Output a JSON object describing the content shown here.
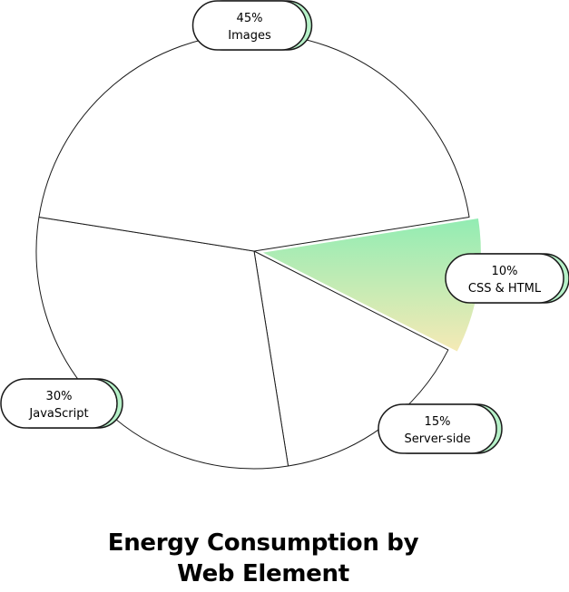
{
  "chart_data": {
    "type": "pie",
    "title_lines": [
      "Energy Consumption by",
      "Web Element"
    ],
    "slices": [
      {
        "label": "CSS & HTML",
        "value": 10,
        "value_text": "10%",
        "highlight": true
      },
      {
        "label": "Server-side",
        "value": 15,
        "value_text": "15%",
        "highlight": false
      },
      {
        "label": "JavaScript",
        "value": 30,
        "value_text": "30%",
        "highlight": false
      },
      {
        "label": "Images",
        "value": 45,
        "value_text": "45%",
        "highlight": false
      }
    ],
    "colors": {
      "highlight_start": "#92ecb3",
      "highlight_end": "#f5eab5",
      "slice_fill": "#ffffff",
      "stroke": "#1a1a1a",
      "pill_shadow": "#b6f1c8"
    }
  }
}
